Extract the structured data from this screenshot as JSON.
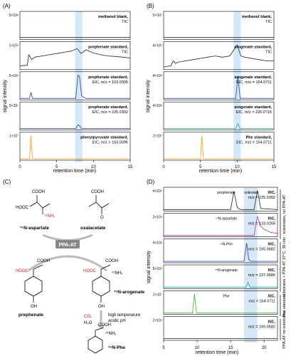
{
  "panels": {
    "A": {
      "label": "(A)",
      "xlabel": "retention time (min)",
      "ylabel": "signal intensity",
      "xticks": [
        "0",
        "5",
        "10",
        "15"
      ]
    },
    "B": {
      "label": "(B)",
      "xlabel": "retention time (min)",
      "ylabel": "signal intensity",
      "xticks": [
        "0",
        "5",
        "10",
        "15"
      ]
    },
    "C": {
      "label": "(C)"
    },
    "D": {
      "label": "(D)",
      "xlabel": "retention time (min)",
      "ylabel": "signal intensity",
      "xticks": [
        "5",
        "10",
        "15",
        "20"
      ]
    }
  },
  "panel_c": {
    "enzyme": "PPA-AT",
    "n_aspartate": "¹⁵N-aspartate",
    "oxaloacetate": "oxalacetate",
    "prephenate": "prephenate",
    "n_arogenate": "¹⁵N-arogenate",
    "co2": "CO₂",
    "h2o": "H₂O",
    "condition1": "high temperature",
    "condition2": "acidic pH",
    "n_phe": "¹⁵N-Phe",
    "cooh": "COOH",
    "hooc": "HOOC",
    "nh2": "¹⁵NH₂",
    "oh": "OH",
    "o": "O"
  },
  "panel_d_side": {
    "group1": "substrates, no PPA-AT",
    "group2": "substrates + PPA-AT 37°C, 30 min",
    "group3": "Phe standard",
    "group4": "PPA-AT no substrates"
  },
  "chart_data": [
    {
      "type": "line",
      "panel": "A",
      "xlim": [
        0,
        15
      ],
      "highlight": [
        7.5,
        8.5
      ],
      "traces": [
        {
          "name": "methanol blank, TIC",
          "ytick": "5×10⁸",
          "color": "#222222",
          "x": [
            0,
            1,
            2,
            4,
            6,
            8,
            10,
            12,
            14,
            15
          ],
          "y": [
            0.02,
            0.02,
            0.02,
            0.02,
            0.02,
            0.02,
            0.02,
            0.02,
            0.02,
            0.02
          ]
        },
        {
          "name": "prephenate standard, TIC",
          "ytick": "1×10⁹",
          "color": "#222222",
          "x": [
            0,
            1,
            1.2,
            1.6,
            2,
            3,
            4,
            5,
            6,
            7,
            7.8,
            8.3,
            9,
            10,
            11,
            12,
            13,
            14,
            15
          ],
          "y": [
            0.1,
            0.12,
            0.55,
            0.35,
            0.45,
            0.5,
            0.55,
            0.6,
            0.65,
            0.7,
            0.8,
            0.6,
            0.75,
            0.62,
            0.55,
            0.5,
            0.48,
            0.45,
            0.42
          ]
        },
        {
          "name": "prephenate standard, EIC, m/z = 163.0395",
          "ytick": "5×10⁸",
          "color": "#2a3aa0",
          "x": [
            0,
            1.3,
            1.5,
            1.7,
            3,
            7.6,
            7.9,
            8.1,
            8.4,
            9,
            15
          ],
          "y": [
            0,
            0,
            0.25,
            0,
            0,
            0,
            0.95,
            0.9,
            0.1,
            0,
            0
          ]
        },
        {
          "name": "prephenate standard, EIC, m/z = 225.0392",
          "ytick": "5×10⁷",
          "color": "#2a3aa0",
          "x": [
            0,
            7.6,
            7.9,
            8.1,
            8.4,
            15
          ],
          "y": [
            0,
            0,
            0.15,
            0.12,
            0,
            0
          ]
        },
        {
          "name": "phenylpyruvate standard, EIC, m/z = 163.0395",
          "ytick": "1×10⁷",
          "color": "#f0a020",
          "x": [
            0,
            1.3,
            1.5,
            1.7,
            15
          ],
          "y": [
            0,
            0,
            0.95,
            0,
            0
          ]
        }
      ]
    },
    {
      "type": "line",
      "panel": "B",
      "xlim": [
        0,
        15
      ],
      "highlight": [
        9.5,
        10.5
      ],
      "traces": [
        {
          "name": "methanol blank, TIC",
          "ytick": "5×10⁷",
          "color": "#222222",
          "x": [
            0,
            2,
            4,
            6,
            8,
            10,
            12,
            14,
            15
          ],
          "y": [
            0.02,
            0.02,
            0.02,
            0.02,
            0.02,
            0.02,
            0.02,
            0.02,
            0.02
          ]
        },
        {
          "name": "arogenate standard, TIC",
          "ytick": "4×10⁸",
          "color": "#222222",
          "x": [
            0,
            1,
            1.3,
            1.6,
            2,
            3,
            4,
            5,
            6,
            7,
            8,
            9,
            10,
            10.5,
            11,
            12,
            13,
            14,
            15
          ],
          "y": [
            0.05,
            0.1,
            0.3,
            0.2,
            0.25,
            0.3,
            0.35,
            0.4,
            0.45,
            0.5,
            0.45,
            0.5,
            0.95,
            0.5,
            0.45,
            0.4,
            0.35,
            0.3,
            0.3
          ]
        },
        {
          "name": "arogenate standard, EIC, m/z = 164.0711",
          "ytick": "4×10⁸",
          "color": "#2a3aa0",
          "x": [
            0,
            9.8,
            10.1,
            10.4,
            15
          ],
          "y": [
            0,
            0,
            0.9,
            0,
            0
          ]
        },
        {
          "name": "arogenate standard, EIC, m/z = 226.0715",
          "ytick": "4×10⁸",
          "color": "#20a0a0",
          "x": [
            0,
            9.8,
            10.1,
            10.4,
            15
          ],
          "y": [
            0,
            0,
            0.2,
            0,
            0
          ]
        },
        {
          "name": "Phe standard, EIC, m/z = 164.0711",
          "ytick": "2×10⁷",
          "color": "#f0a020",
          "x": [
            0,
            5,
            5.2,
            5.4,
            15
          ],
          "y": [
            0,
            0,
            0.95,
            0,
            0
          ]
        }
      ]
    },
    {
      "type": "line",
      "panel": "D",
      "xlim": [
        5,
        22
      ],
      "highlight": [
        17,
        19
      ],
      "traces": [
        {
          "name": "XIC, m/z = 225.0392",
          "ytick": "4×10⁵",
          "color": "#222222",
          "annotations": [
            "prephenate",
            "unknown"
          ],
          "x": [
            5,
            15,
            15.5,
            16,
            16.5,
            18.5,
            19,
            19.5,
            22
          ],
          "y": [
            0,
            0,
            0.9,
            0.1,
            0,
            0,
            0.95,
            0.05,
            0
          ]
        },
        {
          "name": "XIC, m/z = 133.0268",
          "ytick": "2×10⁴",
          "color": "#b030b0",
          "annotations": [
            "¹⁵N-aspartate"
          ],
          "x": [
            5,
            18.5,
            18.8,
            19,
            19.4,
            20,
            21,
            22
          ],
          "y": [
            0,
            0,
            0.6,
            0.95,
            0.5,
            0.3,
            0.15,
            0.1
          ]
        },
        {
          "name": "XIC, m/z = 165.0682",
          "ytick": "4×10⁶",
          "color": "#2a3aa0",
          "annotations": [
            "¹⁵N-Phe"
          ],
          "x": [
            5,
            17,
            17.4,
            17.7,
            18,
            22
          ],
          "y": [
            0,
            0,
            0.9,
            0.1,
            0,
            0
          ]
        },
        {
          "name": "XIC, m/z = 227.0686",
          "ytick": "5×10⁵",
          "color": "#20a0a0",
          "annotations": [
            "¹⁵N-arogenate"
          ],
          "x": [
            5,
            17.3,
            17.6,
            17.9,
            22
          ],
          "y": [
            0,
            0,
            0.25,
            0,
            0
          ]
        },
        {
          "name": "XIC, m/z = 164.0711",
          "ytick": "2×10⁷",
          "color": "#40b040",
          "annotations": [
            "Phe"
          ],
          "x": [
            5,
            9.3,
            9.6,
            9.9,
            22
          ],
          "y": [
            0,
            0,
            0.95,
            0,
            0
          ]
        },
        {
          "name": "XIC, m/z = 165.0682",
          "ytick": "2×10⁴",
          "color": "#222222",
          "annotations": [],
          "x": [
            5,
            22
          ],
          "y": [
            0.02,
            0.02
          ]
        }
      ]
    }
  ]
}
